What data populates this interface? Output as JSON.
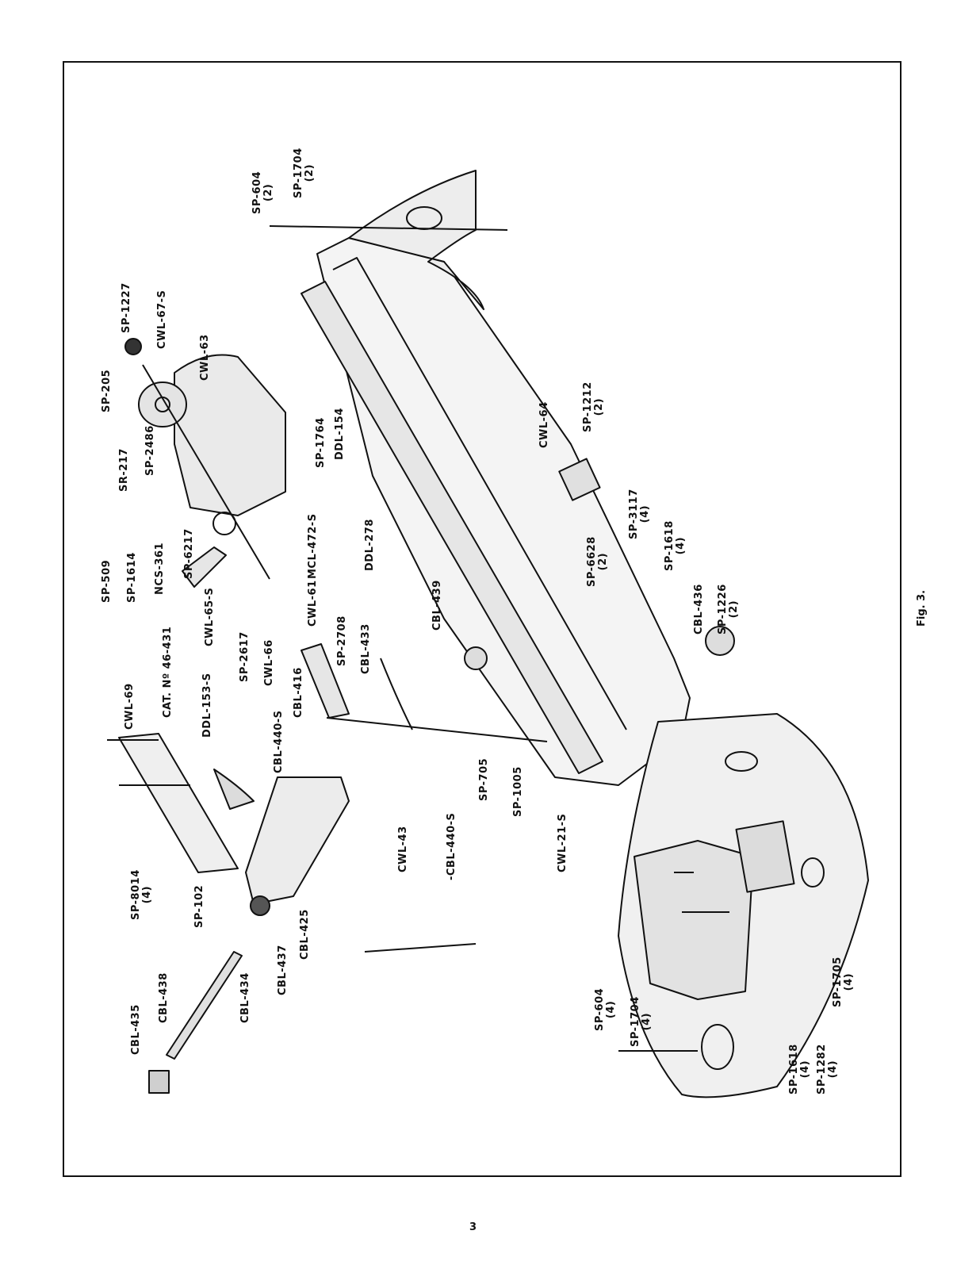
{
  "figure_label": "Fig. 3.",
  "page_number": "3",
  "parts": [
    {
      "id": "p01",
      "label": "SP-604",
      "count": "(2)"
    },
    {
      "id": "p02",
      "label": "SP-1704",
      "count": "(2)"
    },
    {
      "id": "p03",
      "label": "SP-1227",
      "count": ""
    },
    {
      "id": "p04",
      "label": "CWL-67-S",
      "count": ""
    },
    {
      "id": "p05",
      "label": "SP-205",
      "count": ""
    },
    {
      "id": "p06",
      "label": "CWL-63",
      "count": ""
    },
    {
      "id": "p07",
      "label": "SR-217",
      "count": ""
    },
    {
      "id": "p08",
      "label": "SP-2486",
      "count": ""
    },
    {
      "id": "p09",
      "label": "SP-509",
      "count": ""
    },
    {
      "id": "p10",
      "label": "SP-1614",
      "count": ""
    },
    {
      "id": "p11",
      "label": "NCS-361",
      "count": ""
    },
    {
      "id": "p12",
      "label": "SP-6217",
      "count": ""
    },
    {
      "id": "p13",
      "label": "SP-1764",
      "count": ""
    },
    {
      "id": "p14",
      "label": "DDL-154",
      "count": ""
    },
    {
      "id": "p15",
      "label": "MCL-472-S",
      "count": ""
    },
    {
      "id": "p16",
      "label": "DDL-278",
      "count": ""
    },
    {
      "id": "p17",
      "label": "CWL-64",
      "count": ""
    },
    {
      "id": "p18",
      "label": "SP-1212",
      "count": "(2)"
    },
    {
      "id": "p19",
      "label": "SP-3117",
      "count": "(4)"
    },
    {
      "id": "p20",
      "label": "SP-1618",
      "count": "(4)"
    },
    {
      "id": "p21",
      "label": "SP-6628",
      "count": "(2)"
    },
    {
      "id": "p22",
      "label": "CBL-436",
      "count": ""
    },
    {
      "id": "p23",
      "label": "SP-1226",
      "count": "(2)"
    },
    {
      "id": "p24",
      "label": "CWL-65-S",
      "count": ""
    },
    {
      "id": "p25",
      "label": "CWL-61",
      "count": ""
    },
    {
      "id": "p26",
      "label": "CWL-66",
      "count": ""
    },
    {
      "id": "p27",
      "label": "SP-2617",
      "count": ""
    },
    {
      "id": "p28",
      "label": "SP-2708",
      "count": ""
    },
    {
      "id": "p29",
      "label": "CBL-433",
      "count": ""
    },
    {
      "id": "p30",
      "label": "CBL-439",
      "count": ""
    },
    {
      "id": "p31",
      "label": "CAT. Nº 46-431",
      "count": ""
    },
    {
      "id": "p32",
      "label": "DDL-153-S",
      "count": ""
    },
    {
      "id": "p33",
      "label": "CBL-416",
      "count": ""
    },
    {
      "id": "p34",
      "label": "CBL-440-S",
      "count": ""
    },
    {
      "id": "p35",
      "label": "CWL-69",
      "count": ""
    },
    {
      "id": "p36",
      "label": "SP-705",
      "count": ""
    },
    {
      "id": "p37",
      "label": "SP-1005",
      "count": ""
    },
    {
      "id": "p38",
      "label": "CWL-21-S",
      "count": ""
    },
    {
      "id": "p39",
      "label": "CWL-43",
      "count": ""
    },
    {
      "id": "p40",
      "label": "-CBL-440-S",
      "count": ""
    },
    {
      "id": "p41",
      "label": "SP-8014",
      "count": "(4)"
    },
    {
      "id": "p42",
      "label": "SP-102",
      "count": ""
    },
    {
      "id": "p43",
      "label": "CBL-425",
      "count": ""
    },
    {
      "id": "p44",
      "label": "CBL-437",
      "count": ""
    },
    {
      "id": "p45",
      "label": "CBL-434",
      "count": ""
    },
    {
      "id": "p46",
      "label": "CBL-438",
      "count": ""
    },
    {
      "id": "p47",
      "label": "CBL-435",
      "count": ""
    },
    {
      "id": "p48",
      "label": "SP-604",
      "count": "(4)"
    },
    {
      "id": "p49",
      "label": "SP-1704",
      "count": "(4)"
    },
    {
      "id": "p50",
      "label": "SP-1705",
      "count": "(4)"
    },
    {
      "id": "p51",
      "label": "SP-1618",
      "count": "(4)"
    },
    {
      "id": "p52",
      "label": "SP-1282",
      "count": "(4)"
    }
  ]
}
